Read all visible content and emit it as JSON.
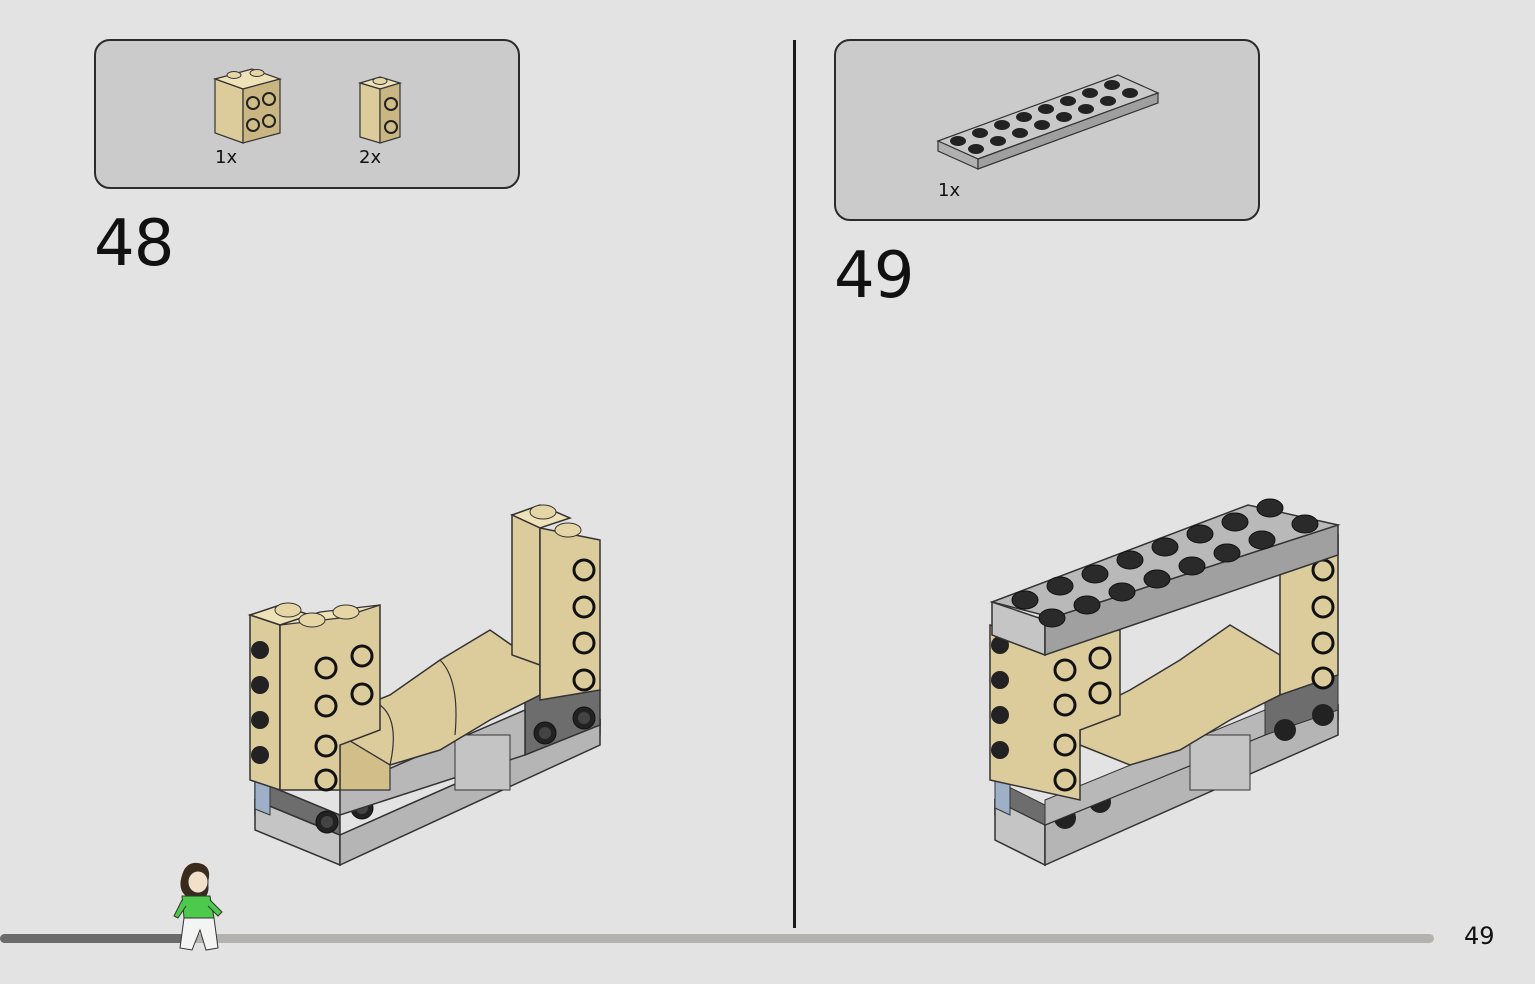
{
  "steps": [
    {
      "number": "48",
      "parts": [
        {
          "qty": "1x",
          "name": "tan-2x2-brick-with-side-studs"
        },
        {
          "qty": "2x",
          "name": "tan-1x1-brick-with-side-studs"
        }
      ]
    },
    {
      "number": "49",
      "parts": [
        {
          "qty": "1x",
          "name": "gray-2x8-plate"
        }
      ]
    }
  ],
  "page_number": "49",
  "progress": 0.13,
  "colors": {
    "background": "#e3e3e3",
    "parts_box": "#cbcbcb",
    "tan": "#dccb9b",
    "gray": "#a9a9a9",
    "dark_gray": "#6d6d6d"
  }
}
